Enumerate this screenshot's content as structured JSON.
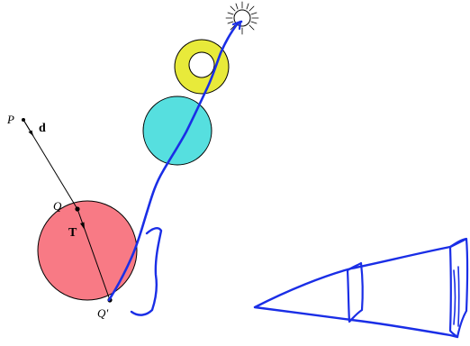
{
  "labels": {
    "p": "P",
    "d": "d",
    "q": "Q",
    "t": "T",
    "q_prime": "Q'"
  },
  "colors": {
    "big_sphere": "#f87a85",
    "mid_sphere": "#56dfdf",
    "torus": "#e8ea3a",
    "outline": "#000000",
    "ink": "#1a2ee6",
    "light": "#ffffff"
  },
  "icons": {
    "light_source": "sun-icon"
  }
}
